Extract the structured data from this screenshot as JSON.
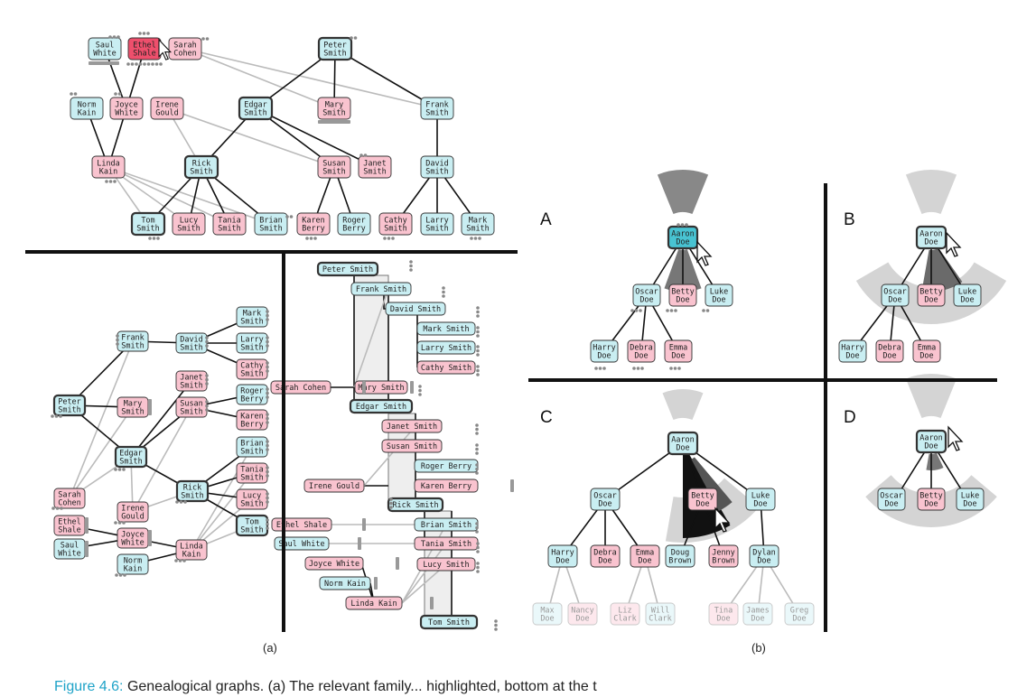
{
  "colors": {
    "male": "#c9eef2",
    "female": "#f9c3cf",
    "selected_male": "#48c3d2",
    "selected_female": "#ee4f6c",
    "faded_male": "#eaf8fa",
    "faded_female": "#fde8ed",
    "line": "#111111",
    "line_light": "#bbbbbb",
    "wedge_dark": "#555555",
    "wedge_light": "#d4d4d4"
  },
  "labels": {
    "sub_a": "(a)",
    "sub_b": "(b)",
    "panel_A": "A",
    "panel_B": "B",
    "panel_C": "C",
    "panel_D": "D"
  },
  "caption": {
    "label": "Figure 4.6:",
    "text": "Genealogical graphs. (a) The relevant family... highlighted, bottom at the t"
  },
  "people": {
    "saul": "Saul\nWhite",
    "ethel": "Ethel\nShale",
    "sarah": "Sarah\nCohen",
    "peter": "Peter\nSmith",
    "norm": "Norm\nKain",
    "joyce": "Joyce\nWhite",
    "irene": "Irene\nGould",
    "edgar": "Edgar\nSmith",
    "mary": "Mary\nSmith",
    "frank": "Frank\nSmith",
    "linda": "Linda\nKain",
    "rick": "Rick\nSmith",
    "susan": "Susan\nSmith",
    "janet": "Janet\nSmith",
    "david": "David\nSmith",
    "tom": "Tom\nSmith",
    "lucy": "Lucy\nSmith",
    "tania": "Tania\nSmith",
    "brian": "Brian\nSmith",
    "karen": "Karen\nBerry",
    "roger": "Roger\nBerry",
    "cathy": "Cathy\nSmith",
    "larry": "Larry\nSmith",
    "mark": "Mark\nSmith"
  },
  "people_inline": {
    "peter": "Peter Smith",
    "frank": "Frank Smith",
    "david": "David Smith",
    "mark": "Mark Smith",
    "larry": "Larry Smith",
    "cathy": "Cathy Smith",
    "sarah": "Sarah Cohen",
    "mary": "Mary Smith",
    "edgar": "Edgar Smith",
    "janet": "Janet Smith",
    "susan": "Susan Smith",
    "roger": "Roger Berry",
    "karen": "Karen Berry",
    "irene": "Irene Gould",
    "rick": "Rick Smith",
    "ethel": "Ethel Shale",
    "brian": "Brian Smith",
    "saul": "Saul White",
    "tania": "Tania Smith",
    "joyce": "Joyce White",
    "lucy": "Lucy Smith",
    "norm": "Norm Kain",
    "linda": "Linda Kain",
    "tom": "Tom Smith"
  },
  "doe_family": {
    "aaron": "Aaron\nDoe",
    "oscar": "Oscar\nDoe",
    "betty": "Betty\nDoe",
    "luke": "Luke\nDoe",
    "harry": "Harry\nDoe",
    "debra": "Debra\nDoe",
    "emma": "Emma\nDoe",
    "doug": "Doug\nBrown",
    "jenny": "Jenny\nBrown",
    "dylan": "Dylan\nDoe",
    "max": "Max\nDoe",
    "nancy": "Nancy\nDoe",
    "liz": "Liz\nClark",
    "will": "Will\nClark",
    "tina": "Tina\nDoe",
    "james": "James\nDoe",
    "greg": "Greg\nDoe"
  }
}
